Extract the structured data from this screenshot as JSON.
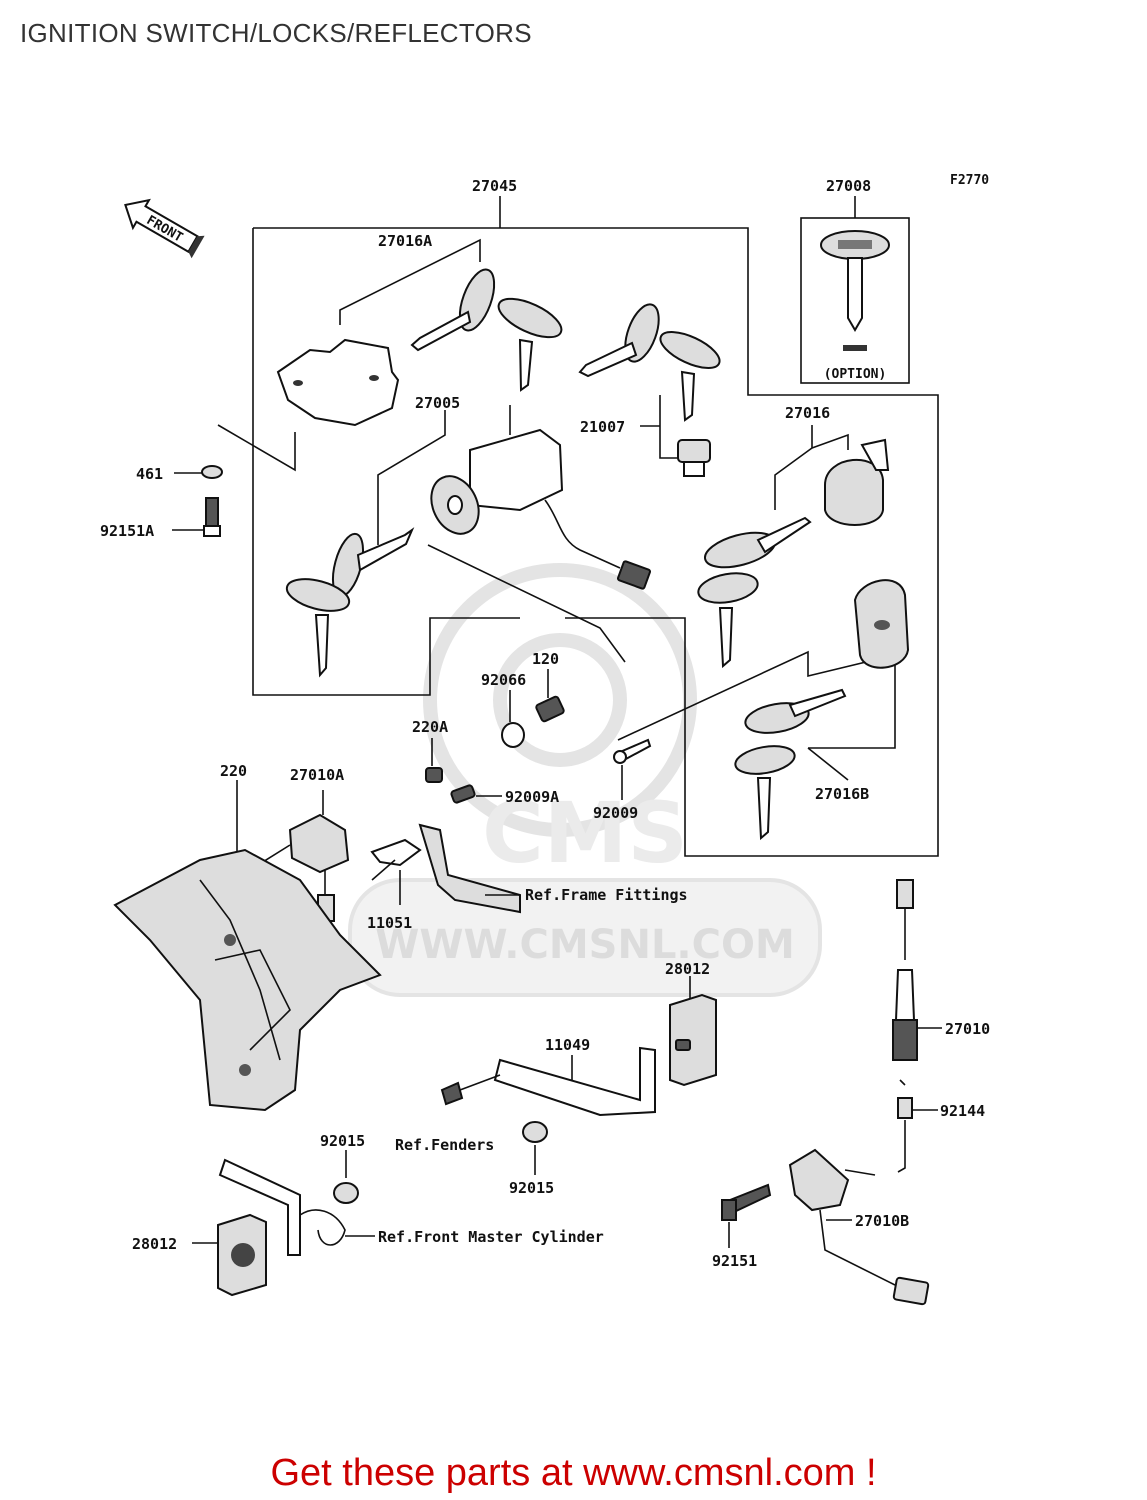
{
  "title": "IGNITION SWITCH/LOCKS/REFLECTORS",
  "figure_code": "F2770",
  "front_label": "FRONT",
  "option_label": "(OPTION)",
  "watermark": {
    "logo": "CMS",
    "url": "WWW.CMSNL.COM"
  },
  "parts": {
    "p27045": "27045",
    "p27008": "27008",
    "p27016A": "27016A",
    "p27005": "27005",
    "p21007": "21007",
    "p27016": "27016",
    "p461": "461",
    "p92151A": "92151A",
    "p120": "120",
    "p92066": "92066",
    "p220A": "220A",
    "p220": "220",
    "p27010A": "27010A",
    "p92009A": "92009A",
    "p92009": "92009",
    "p27016B": "27016B",
    "p11051": "11051",
    "p28012a": "28012",
    "p27010": "27010",
    "p11049": "11049",
    "p92144": "92144",
    "p92015a": "92015",
    "p92015b": "92015",
    "p27010B": "27010B",
    "p28012b": "28012",
    "p92151": "92151"
  },
  "refs": {
    "frame": "Ref.Frame Fittings",
    "fenders": "Ref.Fenders",
    "cylinder": "Ref.Front Master Cylinder"
  },
  "footer": "Get these parts at www.cmsnl.com !"
}
